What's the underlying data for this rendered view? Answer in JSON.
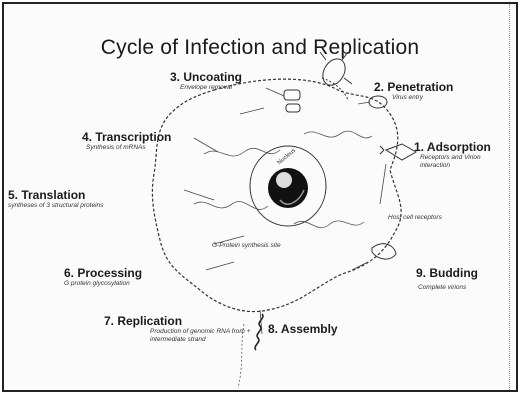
{
  "title": "Cycle of Infection and Replication",
  "stages": [
    {
      "id": "uncoating",
      "name": "3. Uncoating",
      "desc": "Envelope removal"
    },
    {
      "id": "penetration",
      "name": "2. Penetration",
      "desc": "Virus entry"
    },
    {
      "id": "transcription",
      "name": "4. Transcription",
      "desc": "Synthesis of mRNAs"
    },
    {
      "id": "adsorption",
      "name": "1. Adsorption",
      "desc": "Receptors and Virion interaction"
    },
    {
      "id": "translation",
      "name": "5. Translation",
      "desc": "syntheses of 3 structural proteins"
    },
    {
      "id": "processing",
      "name": "6. Processing",
      "desc": "G protein glycosylation"
    },
    {
      "id": "budding",
      "name": "9. Budding",
      "desc": "Complete virions"
    },
    {
      "id": "replication",
      "name": "7. Replication",
      "desc": "Production of genomic RNA from + intermediate strand"
    },
    {
      "id": "assembly",
      "name": "8. Assembly",
      "desc": ""
    }
  ],
  "labels": {
    "host_receptor": "Host cell receptors",
    "g_protein_site": "G-Protein synthesis site",
    "nucleus": "Nucleus"
  }
}
